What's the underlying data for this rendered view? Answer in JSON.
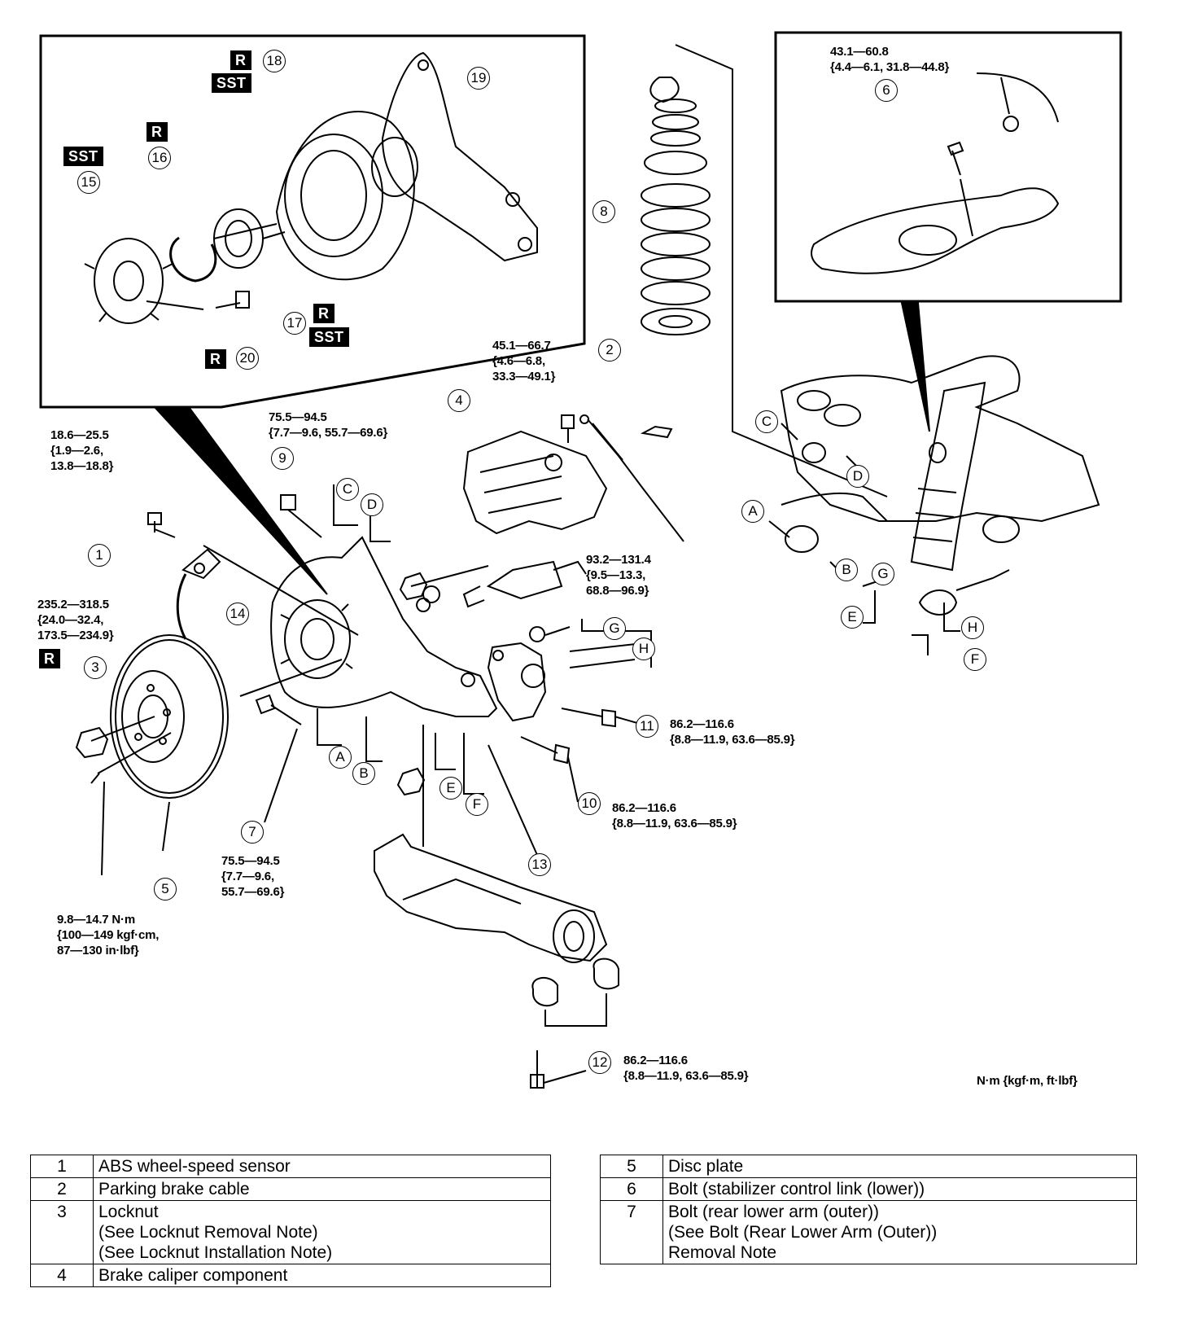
{
  "callouts": {
    "c1": "1",
    "c2": "2",
    "c3": "3",
    "c4": "4",
    "c5": "5",
    "c6": "6",
    "c7": "7",
    "c8": "8",
    "c9": "9",
    "c10": "10",
    "c11": "11",
    "c12": "12",
    "c13": "13",
    "c14": "14",
    "c15": "15",
    "c16": "16",
    "c17": "17",
    "c18": "18",
    "c19": "19",
    "c20": "20"
  },
  "letters": {
    "A": "A",
    "B": "B",
    "C": "C",
    "D": "D",
    "E": "E",
    "F": "F",
    "G": "G",
    "H": "H"
  },
  "badges": {
    "r": "R",
    "sst": "SST"
  },
  "torque_specs": {
    "s6": "43.1—60.8\n{4.4—6.1, 31.8—44.8}",
    "s4": "45.1—66.7\n{4.6—6.8,\n33.3—49.1}",
    "s9": "75.5—94.5\n{7.7—9.6, 55.7—69.6}",
    "s1": "18.6—25.5\n{1.9—2.6,\n13.8—18.8}",
    "s3": "235.2—318.5\n{24.0—32.4,\n173.5—234.9}",
    "sG": "93.2—131.4\n{9.5—13.3,\n68.8—96.9}",
    "s11": "86.2—116.6\n{8.8—11.9, 63.6—85.9}",
    "s10": "86.2—116.6\n{8.8—11.9, 63.6—85.9}",
    "s7": "75.5—94.5\n{7.7—9.6,\n55.7—69.6}",
    "s5": "9.8—14.7 N·m\n{100—149 kgf·cm,\n87—130 in·lbf}",
    "s12": "86.2—116.6\n{8.8—11.9, 63.6—85.9}"
  },
  "units_note": "N·m {kgf·m, ft·lbf}",
  "legend_left": [
    {
      "num": "1",
      "lines": [
        "ABS wheel-speed sensor"
      ]
    },
    {
      "num": "2",
      "lines": [
        "Parking brake cable"
      ]
    },
    {
      "num": "3",
      "lines": [
        "Locknut",
        "(See Locknut Removal Note)",
        "(See Locknut Installation Note)"
      ]
    },
    {
      "num": "4",
      "lines": [
        "Brake caliper component"
      ]
    }
  ],
  "legend_right": [
    {
      "num": "5",
      "lines": [
        "Disc plate"
      ]
    },
    {
      "num": "6",
      "lines": [
        "Bolt (stabilizer control link (lower))"
      ]
    },
    {
      "num": "7",
      "lines": [
        "Bolt (rear lower arm (outer))",
        "(See Bolt (Rear Lower Arm (Outer))",
        "Removal Note"
      ]
    }
  ]
}
